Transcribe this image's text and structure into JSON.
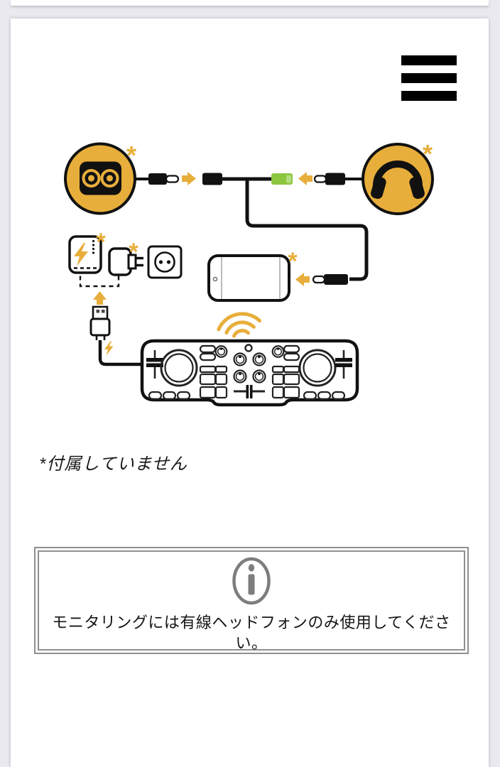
{
  "colors": {
    "page_background": "#e9e9ef",
    "card_background": "#ffffff",
    "accent_yellow": "#E8AE3B",
    "connector_green": "#8CC63E",
    "outline_black": "#111111",
    "info_gray": "#7d7d7d"
  },
  "header": {
    "menu_button_icon": "hamburger-menu"
  },
  "diagram": {
    "not_included_marker": "*",
    "icons": [
      "speakers-icon",
      "headphones-icon",
      "splitter-cable",
      "smartphone-icon",
      "power-bank-icon",
      "usb-wall-charger-icon",
      "wall-outlet-icon",
      "usb-plug-icon",
      "charging-bolt-icon",
      "wireless-signal-icon",
      "dj-controller-icon",
      "connection-arrow-icon"
    ]
  },
  "footnote": {
    "text": "*付属していません"
  },
  "info_box": {
    "icon": "info-icon",
    "text": "モニタリングには有線ヘッドフォンのみ使用してください。"
  }
}
